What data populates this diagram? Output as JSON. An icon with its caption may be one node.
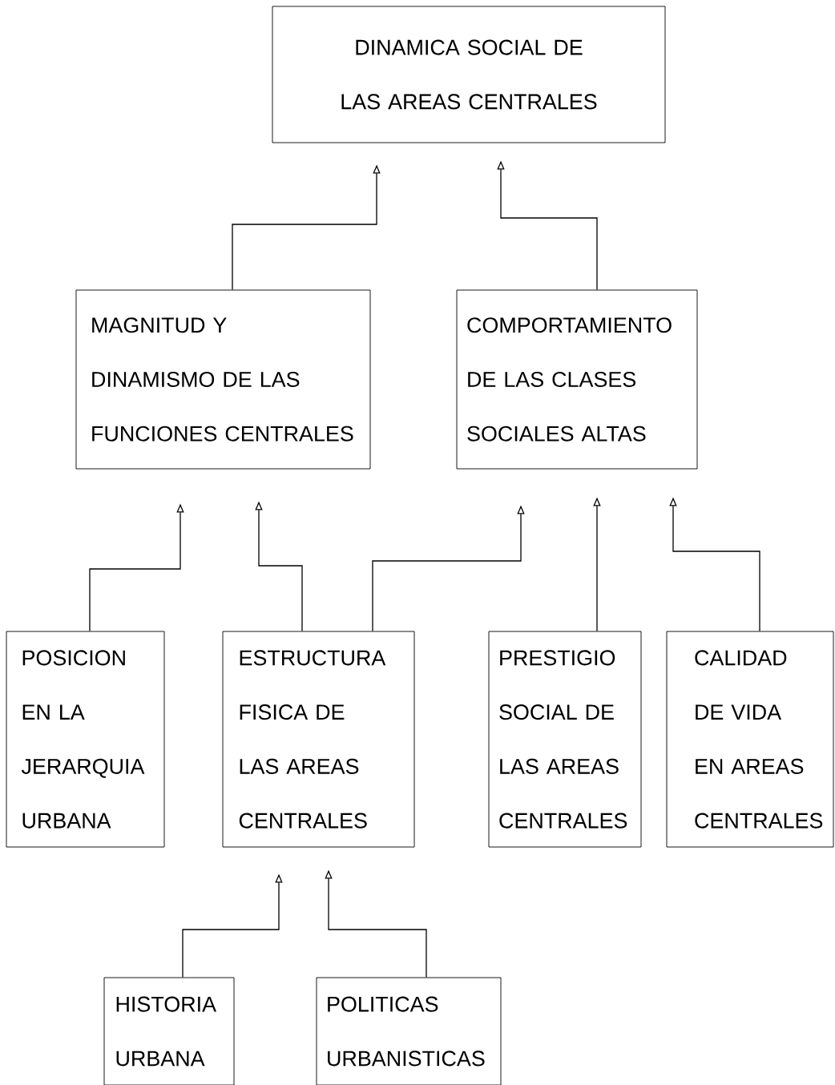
{
  "diagram": {
    "nodes": [
      {
        "text": [
          "DINAMICA SOCIAL DE LAS AREAS CENTRALES"
        ]
      },
      {
        "text": [
          "MAGNITUD Y DINAMISMO DE LAS FUNCIONES CENTRALES"
        ]
      },
      {
        "text": [
          "COMPORTAMIENTO DE LAS CLASES SOCIALES ALTAS"
        ]
      },
      {
        "text": [
          "POSICION EN LA JERARQUIA URBANA"
        ]
      },
      {
        "text": [
          "ESTRUCTURA FISICA DE LAS AREAS CENTRALES"
        ]
      },
      {
        "text": [
          "PRESTIGIO SOCIAL DE LAS AREAS CENTRALES"
        ]
      },
      {
        "text": [
          "CALIDAD DE VIDA EN AREAS CENTRALES"
        ]
      },
      {
        "text": [
          "HISTORIA URBANA"
        ]
      },
      {
        "text": [
          "POLITICAS URBANISTICAS"
        ]
      }
    ],
    "edges": [
      {
        "from": 1,
        "to": 0,
        "arrow": "to"
      },
      {
        "from": 2,
        "to": 0,
        "arrow": "to"
      },
      {
        "from": 3,
        "to": 1,
        "arrow": "to"
      },
      {
        "from": 4,
        "to": 1,
        "arrow": "to"
      },
      {
        "from": 4,
        "to": 2,
        "arrow": "to"
      },
      {
        "from": 5,
        "to": 2,
        "arrow": "to"
      },
      {
        "from": 6,
        "to": 2,
        "arrow": "to"
      },
      {
        "from": 7,
        "to": 4,
        "arrow": "to"
      },
      {
        "from": 8,
        "to": 4,
        "arrow": "to"
      }
    ]
  }
}
